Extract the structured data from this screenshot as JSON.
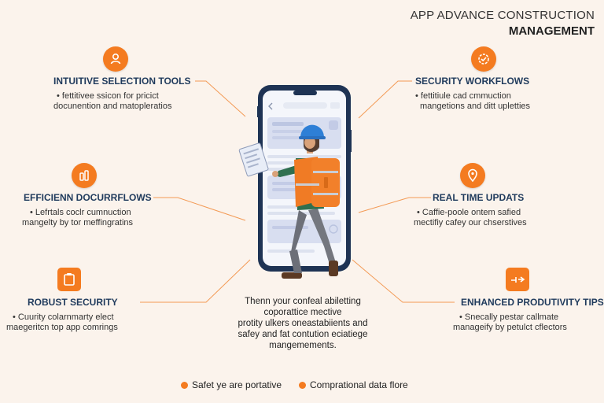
{
  "header": {
    "line1": "APP ADVANCE CONSTRUCTION",
    "line2": "MANAGEMENT"
  },
  "features": {
    "intuitive": {
      "title": "INTUITIVE SELECTION TOOLS",
      "desc1": "• fettitivee ssicon for pricict",
      "desc2": "docunention and matopleratios"
    },
    "efficient": {
      "title": "EFFICIENN DOCURRFLOWS",
      "desc1": "• Lefrtals coclr cumnuction",
      "desc2": "mangelty by tor meffingratins"
    },
    "robust": {
      "title": "ROBUST SECURITY",
      "desc1": "• Cuurity colarnmarty elect",
      "desc2": "maegeritcn top app comrings"
    },
    "security_workflows": {
      "title": "SECURITY WORKFLOWS",
      "desc1": "• fettitiule cad cmmuction",
      "desc2": "mangetions and ditt upletties"
    },
    "realtime": {
      "title": "REAL TIME UPDATS",
      "desc1": "• Caffie-poole ontem safied",
      "desc2": "mectifiy cafey our chserstives"
    },
    "productivity": {
      "title": "ENHANCED PRODUTIVITY TIPS",
      "desc1": "• Snecally pestar callmate",
      "desc2": "manageify by petulct cflectors"
    }
  },
  "center_text": {
    "line1": "Thenn your confeal abiletting",
    "line2": "coporattice mective",
    "line3": "protity ulkers oneastabiients and",
    "line4": "safey and fat contution eciatiege",
    "line5": "mangemements."
  },
  "legend": [
    {
      "label": "Safet ye are portative"
    },
    {
      "label": "Comprational data flore"
    }
  ],
  "icons": {
    "intuitive": "user-icon",
    "efficient": "tools-icon",
    "robust": "clipboard-icon",
    "security_workflows": "gear-shield-icon",
    "realtime": "location-pin-icon",
    "productivity": "productivity-icon"
  },
  "colors": {
    "accent": "#f47b20",
    "navy": "#1f3a5c",
    "phone_frame": "#1e3354",
    "background": "#fbf3ec"
  }
}
